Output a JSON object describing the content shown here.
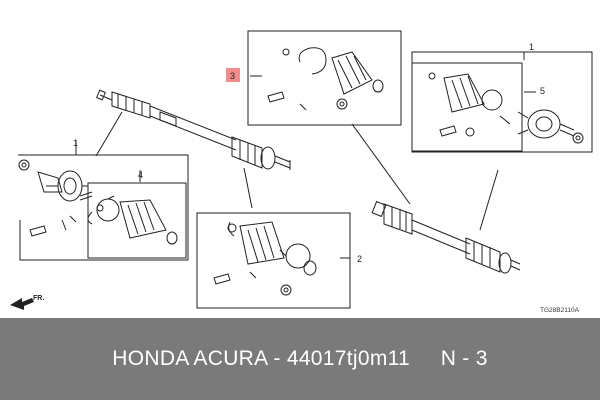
{
  "diagram": {
    "callouts": {
      "c1_left": "1",
      "c1_right": "1",
      "c2": "2",
      "c3": "3",
      "c4": "4",
      "c5": "5"
    },
    "direction_label": "FR.",
    "drawing_code": "TG28B2110A",
    "highlight_color": "#f28b8b"
  },
  "caption": {
    "text": "HONDA ACURA - 44017tj0m11     N - 3"
  }
}
